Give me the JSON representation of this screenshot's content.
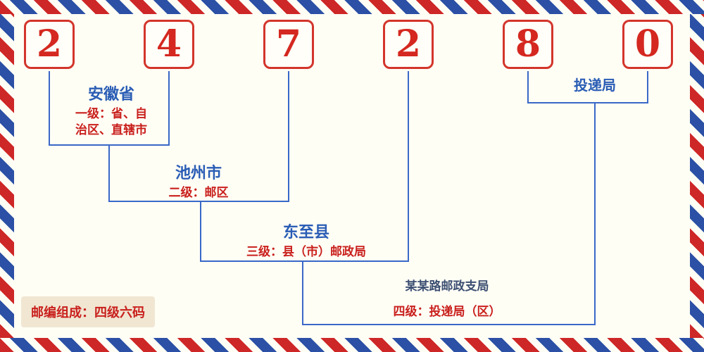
{
  "postal_code": {
    "digits": [
      "2",
      "4",
      "7",
      "2",
      "8",
      "0"
    ]
  },
  "level1": {
    "name": "安徽省",
    "desc_lines": [
      "一级：省、自",
      "治区、直辖市"
    ]
  },
  "level2": {
    "name": "池州市",
    "desc": "二级：邮区"
  },
  "level3": {
    "name": "东至县",
    "desc": "三级：县（市）邮政局"
  },
  "level4": {
    "name": "投递局",
    "branch": "某某路邮政支局",
    "desc": "四级：投递局（区）"
  },
  "footer": {
    "composition": "邮编组成：四级六码"
  },
  "colors": {
    "digit_red": "#d42820",
    "box_border_red": "#d3352b",
    "label_blue": "#2a5db5",
    "line_blue": "#3968c8",
    "text_red": "#c9201d",
    "stripe_red": "#ce2727",
    "stripe_blue": "#2b50a5",
    "background": "#fffef5",
    "badge_background": "#f0e6d2"
  }
}
